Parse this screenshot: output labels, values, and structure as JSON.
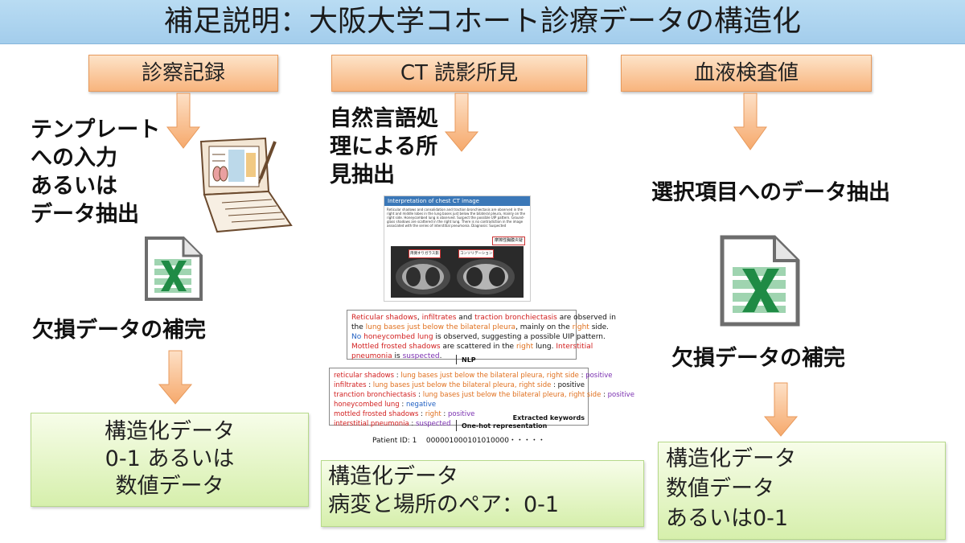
{
  "title": "補足説明：大阪大学コホート診療データの構造化",
  "columns": [
    {
      "header": "診察記録",
      "method": [
        "テンプレート",
        "への入力",
        "あるいは",
        "データ抽出"
      ],
      "complement": "欠損データの補完",
      "result": [
        "構造化データ",
        "0-1 あるいは",
        "数値データ"
      ]
    },
    {
      "header": "CT 読影所見",
      "method": [
        "自然言語処",
        "理による所",
        "見抽出"
      ],
      "result": [
        "構造化データ",
        "病変と場所のペア：0-1"
      ]
    },
    {
      "header": "血液検査値",
      "method": [
        "選択項目へのデータ抽出"
      ],
      "complement": "欠損データの補完",
      "result": [
        "構造化データ",
        "数値データ",
        "あるいは0-1"
      ]
    }
  ],
  "figure": {
    "doc_title": "Interpretation of chest CT image",
    "doc_text": "Reticular shadows and consolidation and traction bronchiectasis are observed in the right and middle lobes in the lung bases just below the bilateral pleura, mainly on the right side. Honeycombed lung is observed. Suspect the possible UIP pattern. Ground-glass shadows are scattered in the right lung. There is no contradiction in the image associated with the series of interstitial pneumonia. Diagnosis: Suspected",
    "doc_tag": "摩擦性胸膜炎疑",
    "ct_label_1": "両側すりガラス影",
    "ct_label_2": "コンソリデーション",
    "report_lines": [
      [
        [
          "Reticular shadows",
          "r"
        ],
        [
          ", ",
          "k"
        ],
        [
          "infiltrates",
          "r"
        ],
        [
          " and ",
          "k"
        ],
        [
          "traction bronchiectasis",
          "r"
        ],
        [
          " are observed in",
          "k"
        ]
      ],
      [
        [
          "the ",
          "k"
        ],
        [
          "lung bases just below the bilateral pleura",
          "o"
        ],
        [
          ", mainly on the ",
          "k"
        ],
        [
          "right",
          "o"
        ],
        [
          " side.",
          "k"
        ]
      ],
      [
        [
          "No",
          "b"
        ],
        [
          " ",
          "k"
        ],
        [
          "honeycombed lung",
          "r"
        ],
        [
          " is observed, suggesting a possible UIP pattern.",
          "k"
        ]
      ],
      [
        [
          "Mottled frosted shadows",
          "r"
        ],
        [
          " are scattered in the ",
          "k"
        ],
        [
          "right",
          "o"
        ],
        [
          " lung. ",
          "k"
        ],
        [
          "Interstitial",
          "r"
        ]
      ],
      [
        [
          "pneumonia",
          "r"
        ],
        [
          " is ",
          "k"
        ],
        [
          "suspected",
          "p"
        ],
        [
          ".",
          "k"
        ]
      ]
    ],
    "nlp_label": "NLP",
    "keyword_lines": [
      [
        [
          "reticular shadows",
          "r"
        ],
        [
          " : ",
          "k"
        ],
        [
          "lung bases just below the bilateral pleura, right side",
          "o"
        ],
        [
          " : ",
          "k"
        ],
        [
          "positive",
          "p"
        ]
      ],
      [
        [
          "infiltrates",
          "r"
        ],
        [
          " : ",
          "k"
        ],
        [
          "lung bases just below the bilateral pleura, right side",
          "o"
        ],
        [
          " : positive",
          "k"
        ]
      ],
      [
        [
          "tranction bronchiectasis",
          "r"
        ],
        [
          " : ",
          "k"
        ],
        [
          "lung bases just below the bilateral pleura, right side",
          "o"
        ],
        [
          " : ",
          "k"
        ],
        [
          "positive",
          "p"
        ]
      ],
      [
        [
          "honeycombed lung",
          "r"
        ],
        [
          " : ",
          "k"
        ],
        [
          "negative",
          "b"
        ]
      ],
      [
        [
          "mottled frosted shadows",
          "r"
        ],
        [
          " : ",
          "k"
        ],
        [
          "right",
          "o"
        ],
        [
          " : ",
          "k"
        ],
        [
          "positive",
          "p"
        ]
      ],
      [
        [
          "interstitial pneumonia",
          "r"
        ],
        [
          " : ",
          "k"
        ],
        [
          "suspected",
          "p"
        ]
      ]
    ],
    "extracted_label": "Extracted keywords",
    "onehot_label": "One-hot representation",
    "patient_line": "Patient ID: 1    000001000101010000・・・・・"
  },
  "colors": {
    "title_bar": "#a9d2ef",
    "header_orange": "#f8b47d",
    "arrow_orange": "#f6b98a",
    "result_green": "#d6efac",
    "excel_green": "#1f8b45"
  },
  "icons": [
    "excel-icon",
    "laptop-pen-illustration",
    "down-arrow"
  ]
}
